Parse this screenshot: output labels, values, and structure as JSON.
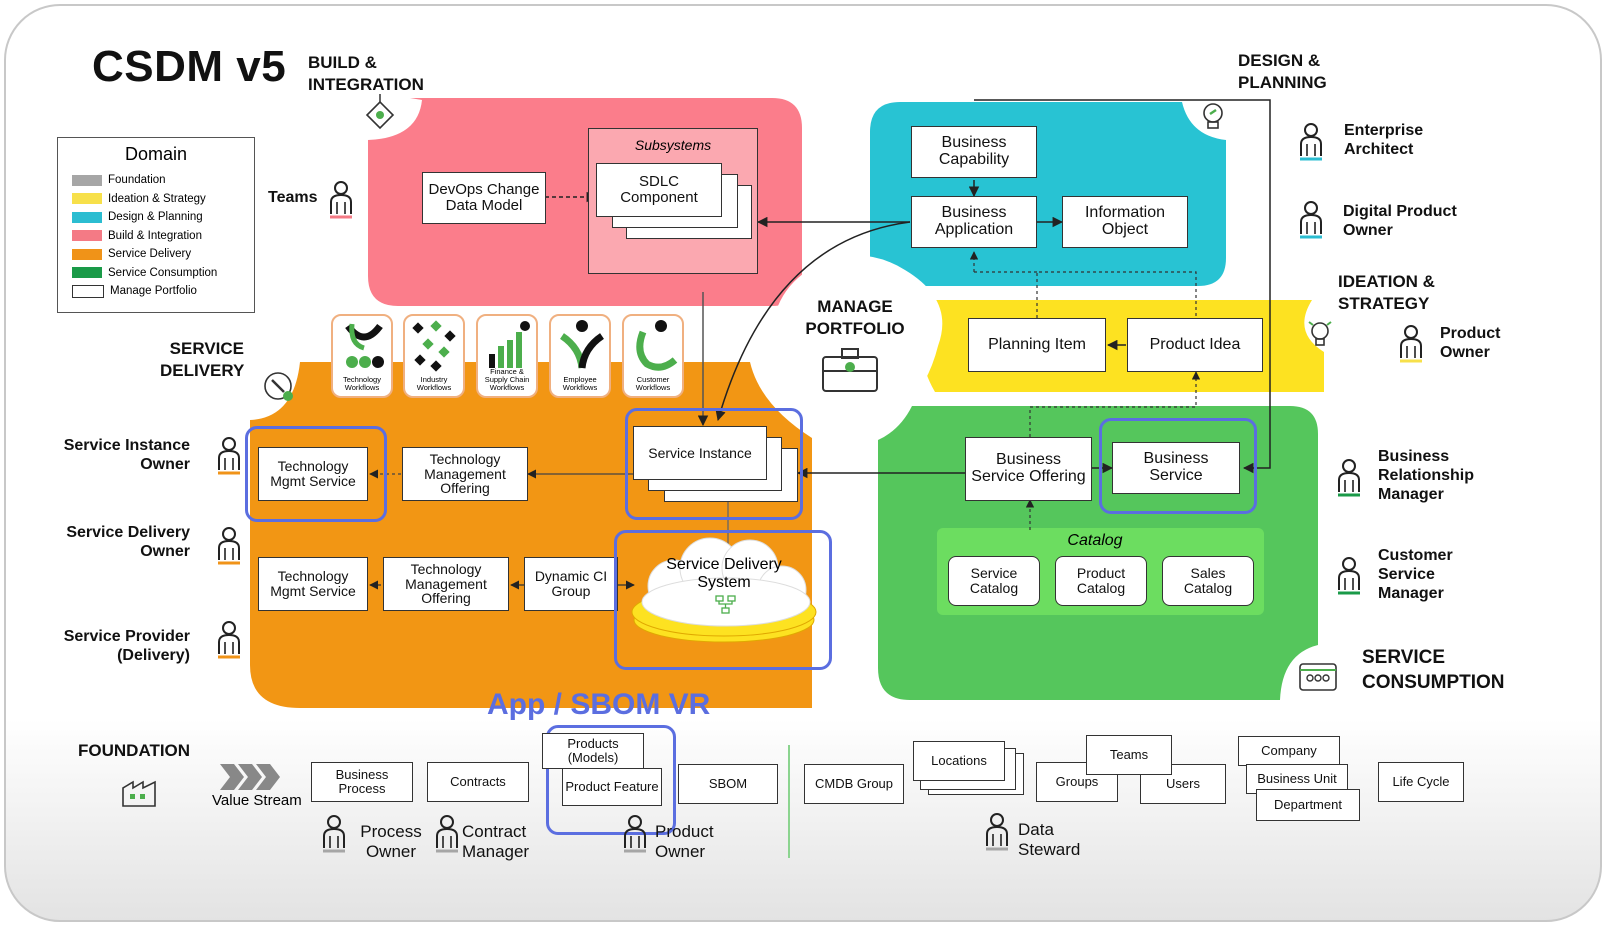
{
  "title": "CSDM v5",
  "legend": {
    "title": "Domain",
    "items": [
      {
        "label": "Foundation",
        "color": "#a6a6a6"
      },
      {
        "label": "Ideation & Strategy",
        "color": "#f7e04a"
      },
      {
        "label": "Design & Planning",
        "color": "#2bbdd1"
      },
      {
        "label": "Build & Integration",
        "color": "#f47a85"
      },
      {
        "label": "Service Delivery",
        "color": "#f09318"
      },
      {
        "label": "Service Consumption",
        "color": "#1a9a48"
      },
      {
        "label": "Manage Portfolio",
        "color": "#ffffff"
      }
    ]
  },
  "colors": {
    "build": "#fb7d8b",
    "design": "#28c3d3",
    "ideation": "#fde221",
    "delivery": "#f29614",
    "consumption": "#55c65c",
    "catalog": "#6cdd60",
    "highlight": "#5b6ee0"
  },
  "headings": {
    "build": "BUILD & INTEGRATION",
    "design": "DESIGN & PLANNING",
    "ideation": "IDEATION & STRATEGY",
    "delivery": "SERVICE DELIVERY",
    "consumption": "SERVICE CONSUMPTION",
    "portfolio": "MANAGE PORTFOLIO",
    "foundation": "FOUNDATION"
  },
  "build": {
    "teams_label": "Teams",
    "subsystems_label": "Subsystems",
    "devops": "DevOps Change Data Model",
    "sdlc": "SDLC Component"
  },
  "design": {
    "capability": "Business Capability",
    "application": "Business Application",
    "info": "Information Object"
  },
  "ideation": {
    "planning_item": "Planning Item",
    "product_idea": "Product Idea"
  },
  "workflows": [
    {
      "label": "Technology Workflows"
    },
    {
      "label": "Industry Workflows"
    },
    {
      "label": "Finance & Supply Chain Workflows"
    },
    {
      "label": "Employee Workflows"
    },
    {
      "label": "Customer Workflows"
    }
  ],
  "delivery": {
    "tech_mgmt_service_1": "Technology Mgmt Service",
    "tech_mgmt_offering_1": "Technology Management Offering",
    "service_instance": "Service Instance",
    "tech_mgmt_service_2": "Technology Mgmt Service",
    "tech_mgmt_offering_2": "Technology Management Offering",
    "dynamic_ci": "Dynamic CI Group",
    "sds": "Service Delivery System"
  },
  "consumption": {
    "bso": "Business Service Offering",
    "bs": "Business Service",
    "catalog_label": "Catalog",
    "service_catalog": "Service Catalog",
    "product_catalog": "Product Catalog",
    "sales_catalog": "Sales Catalog"
  },
  "roles_left": [
    "Service Instance Owner",
    "Service Delivery Owner",
    "Service Provider (Delivery)"
  ],
  "roles_right": {
    "enterprise_architect": "Enterprise Architect",
    "digital_product_owner": "Digital Product Owner",
    "product_owner": "Product Owner",
    "brm": "Business Relationship Manager",
    "csm": "Customer Service Manager"
  },
  "overlay": "App / SBOM VR",
  "foundation": {
    "value_stream": "Value Stream",
    "business_process": "Business Process",
    "contracts": "Contracts",
    "products_models": "Products (Models)",
    "product_feature": "Product Feature",
    "sbom": "SBOM",
    "cmdb_group": "CMDB Group",
    "locations": "Locations",
    "teams": "Teams",
    "groups": "Groups",
    "users": "Users",
    "company": "Company",
    "business_unit": "Business Unit",
    "department": "Department",
    "life_cycle": "Life Cycle",
    "process_owner": "Process Owner",
    "contract_manager": "Contract Manager",
    "product_owner": "Product Owner",
    "data_steward": "Data Steward"
  }
}
